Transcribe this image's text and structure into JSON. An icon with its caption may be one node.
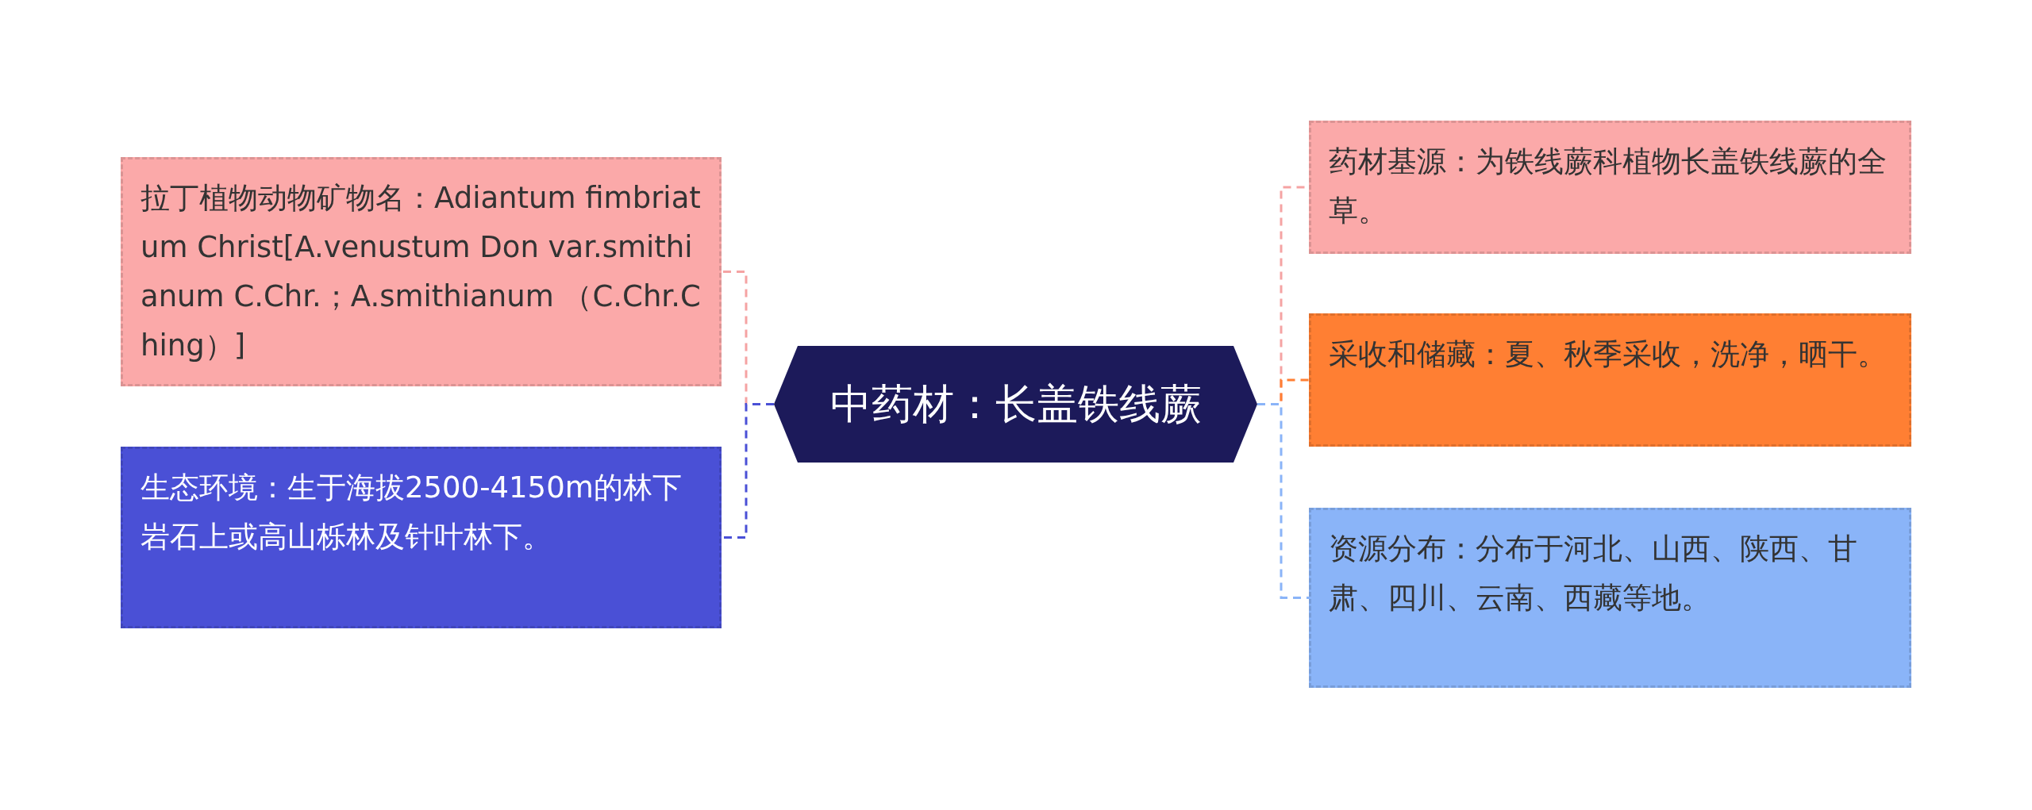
{
  "diagram": {
    "nodes": [
      {
        "text": [
          "中药材：长盖铁线蕨"
        ]
      },
      {
        "text": [
          "拉丁植物动物矿物名：Adiantum fimbriatum Christ[A.venustum Don var.smithianum C.Chr.；A.smithianum （C.Chr.Ching）]"
        ]
      },
      {
        "text": [
          "生态环境：生于海拔2500-4150m的林下岩石上或高山栎林及针叶林下。"
        ]
      },
      {
        "text": [
          "药材基源：为铁线蕨科植物长盖铁线蕨的全草。"
        ]
      },
      {
        "text": [
          "采收和储藏：夏、秋季采收，洗净，晒干。"
        ]
      },
      {
        "text": [
          "资源分布：分布于河北、山西、陕西、甘肃、四川、云南、西藏等地。"
        ]
      }
    ],
    "edges": [
      {
        "from": 0,
        "to": 1,
        "arrow": "none",
        "style": "dashed",
        "color": "#f5a3a3"
      },
      {
        "from": 0,
        "to": 2,
        "arrow": "none",
        "style": "dashed",
        "color": "#4a50d6"
      },
      {
        "from": 0,
        "to": 3,
        "arrow": "none",
        "style": "dashed",
        "color": "#f5a3a3"
      },
      {
        "from": 0,
        "to": 4,
        "arrow": "none",
        "style": "dashed",
        "color": "#ff7f33"
      },
      {
        "from": 0,
        "to": 5,
        "arrow": "none",
        "style": "dashed",
        "color": "#8ab4f8"
      }
    ]
  }
}
